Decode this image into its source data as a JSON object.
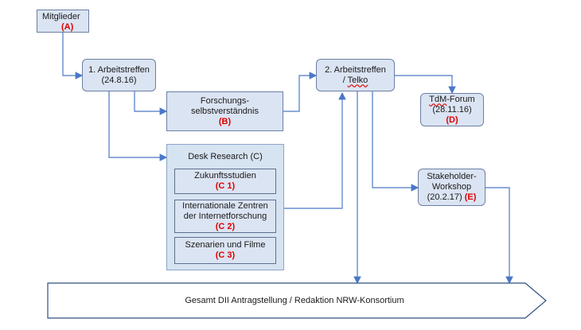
{
  "nodes": {
    "mitglieder": {
      "label": "Mitglieder",
      "code": "(A)"
    },
    "arbeitstreffen1": {
      "line1": "1. Arbeitstreffen",
      "line2": "(24.8.16)"
    },
    "forschung": {
      "line1": "Forschungs-",
      "line2": "selbstverständnis",
      "code": "(B)"
    },
    "desk_research": {
      "label": "Desk Research (C)"
    },
    "zukunft": {
      "label": "Zukunftsstudien",
      "code": "(C 1)"
    },
    "zentren": {
      "line1": "Internationale Zentren",
      "line2": "der Internetforschung",
      "code": "(C 2)"
    },
    "szenarien": {
      "label": "Szenarien und Filme",
      "code": "(C 3)"
    },
    "arbeitstreffen2": {
      "line1": "2. Arbeitstreffen",
      "line2_prefix": "/ ",
      "line2_word": "Telko"
    },
    "tdm": {
      "prefix": "TdM",
      "suffix": "-Forum",
      "date": "(28.11.16)",
      "code": "(D)"
    },
    "stakeholder": {
      "line1": "Stakeholder-",
      "line2": "Workshop",
      "date": "(20.2.17)",
      "code": "(E)"
    }
  },
  "banner": {
    "label": "Gesamt DII Antragstellung / Redaktion NRW-Konsortium"
  },
  "colors": {
    "box_fill": "#dbe4f3",
    "box_border": "#6b7fa3",
    "arrow": "#4a78c8",
    "code_text": "#e00000"
  }
}
